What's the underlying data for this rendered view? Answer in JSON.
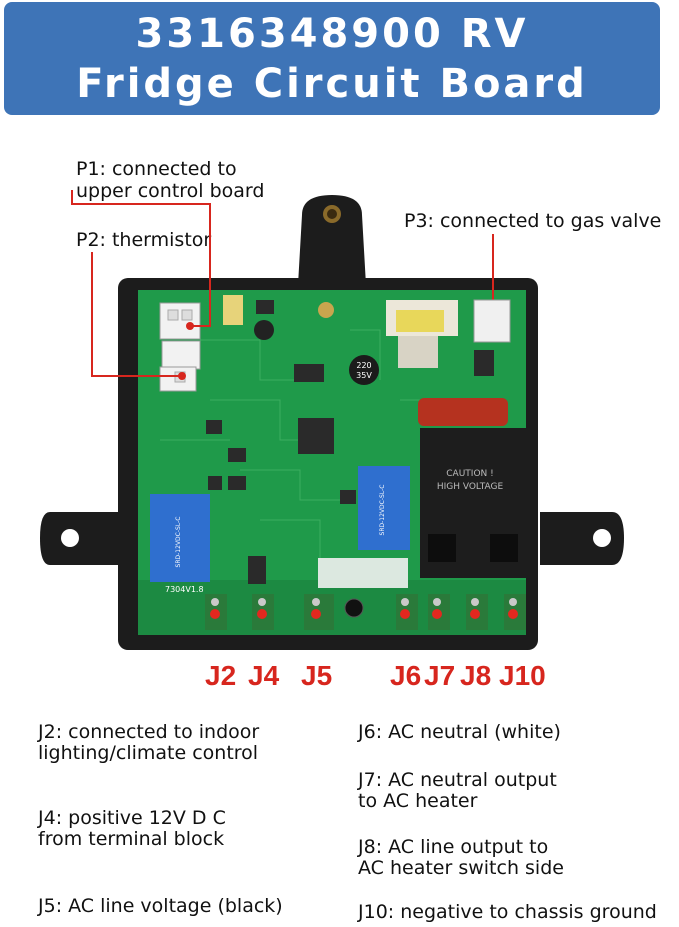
{
  "header": {
    "line1": "3316348900 RV",
    "line2": "Fridge Circuit Board"
  },
  "callouts": {
    "p1": "P1: connected to\nupper control board",
    "p2": "P2: thermistor",
    "p3": "P3: connected to gas valve"
  },
  "board": {
    "warning_line1": "CAUTION !",
    "warning_line2": "HIGH VOLTAGE",
    "version": "7304V1.8",
    "relay_text": "SRD-12VDC-SL-C",
    "cap_text": "220\n35V"
  },
  "connectors": [
    "J2",
    "J4",
    "J5",
    "J6",
    "J7",
    "J8",
    "J10"
  ],
  "descriptions": {
    "j2": "J2: connected to indoor\nlighting/climate control",
    "j4": "J4: positive 12V D C\nfrom terminal block",
    "j5": "J5: AC line voltage (black)",
    "j6": "J6: AC neutral (white)",
    "j7": "J7: AC neutral output\nto AC heater",
    "j8": "J8: AC line output to\nAC heater switch side",
    "j10": "J10: negative to chassis ground"
  },
  "colors": {
    "banner": "#3e74b7",
    "pcb": "#1f9a4a",
    "housing": "#1c1c1c",
    "label_red": "#d7261e"
  }
}
